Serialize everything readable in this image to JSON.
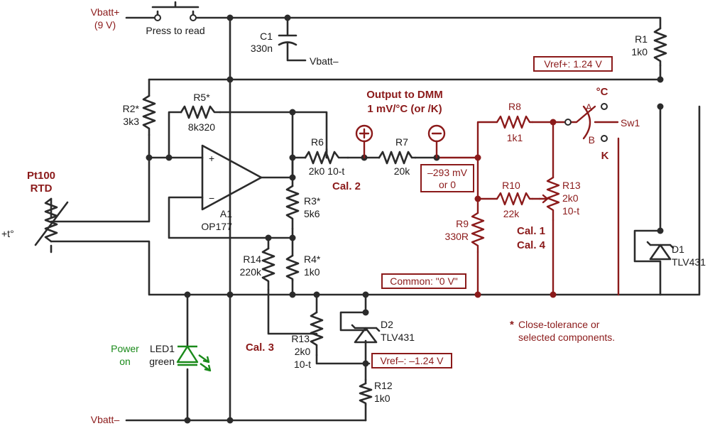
{
  "supply": {
    "vbatt_plus": "Vbatt+",
    "vbatt_plus_volts": "(9 V)",
    "vbatt_minus": "Vbatt–",
    "vbatt_minus_c1": "Vbatt–",
    "press_to_read": "Press to read"
  },
  "components": {
    "c1": {
      "name": "C1",
      "value": "330n"
    },
    "r1": {
      "name": "R1",
      "value": "1k0"
    },
    "r2": {
      "name": "R2*",
      "value": "3k3"
    },
    "r3": {
      "name": "R3*",
      "value": "5k6"
    },
    "r4": {
      "name": "R4*",
      "value": "1k0"
    },
    "r5": {
      "name": "R5*",
      "value": "8k320"
    },
    "r6": {
      "name": "R6",
      "value": "2k0 10-t"
    },
    "r7": {
      "name": "R7",
      "value": "20k"
    },
    "r8": {
      "name": "R8",
      "value": "1k1"
    },
    "r9": {
      "name": "R9",
      "value": "330R"
    },
    "r10": {
      "name": "R10",
      "value": "22k"
    },
    "r12": {
      "name": "R12",
      "value": "1k0"
    },
    "r13a": {
      "name": "R13",
      "value": "2k0",
      "extra": "10-t"
    },
    "r13b": {
      "name": "R13",
      "value": "2k0",
      "extra": "10-t"
    },
    "r14": {
      "name": "R14",
      "value": "220k"
    },
    "a1": {
      "name": "A1",
      "value": "OP177"
    },
    "d1": {
      "name": "D1",
      "value": "TLV431"
    },
    "d2": {
      "name": "D2",
      "value": "TLV431"
    },
    "led1": {
      "name": "LED1",
      "value": "green"
    },
    "sw1": {
      "name": "Sw1",
      "pos_a": "A",
      "pos_b": "B",
      "unit_c": "°C",
      "unit_k": "K"
    },
    "rtd": {
      "line1": "Pt100",
      "line2": "RTD",
      "temp": "+t°"
    }
  },
  "labels": {
    "vref_plus": "Vref+: 1.24 V",
    "vref_minus": "Vref–: –1.24 V",
    "common": "Common: \"0 V\"",
    "output_line1": "Output to DMM",
    "output_line2": "1 mV/°C (or /K)",
    "offset_line1": "–293 mV",
    "offset_line2": "or 0",
    "cal2": "Cal. 2",
    "cal1": "Cal. 1",
    "cal4": "Cal. 4",
    "cal3": "Cal. 3",
    "power_on_1": "Power",
    "power_on_2": "on",
    "plus": "+",
    "minus": "−",
    "note_star": "*",
    "note_line1": "Close-tolerance or",
    "note_line2": "selected components."
  },
  "colors": {
    "wire": "#2b2b2b",
    "accent": "#8b1a1a",
    "led": "#1a8a1a"
  }
}
